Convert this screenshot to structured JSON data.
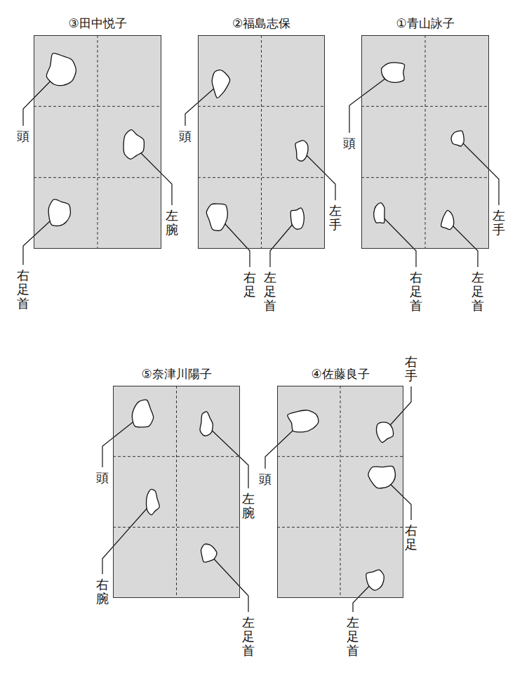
{
  "diagram": {
    "nodes": [
      {
        "text": [
          "③田中悦子"
        ]
      },
      {
        "text": [
          "②福島志保"
        ]
      },
      {
        "text": [
          "①青山詠子"
        ]
      },
      {
        "text": [
          "⑤奈津川陽子"
        ]
      },
      {
        "text": [
          "④佐藤良子"
        ]
      }
    ],
    "labels": [
      "頭",
      "左腕",
      "右足首",
      "頭",
      "左手",
      "右足",
      "左足首",
      "頭",
      "左手",
      "右足首",
      "左足首",
      "頭",
      "左腕",
      "右腕",
      "左足首",
      "右手",
      "頭",
      "右足",
      "左足首"
    ]
  }
}
